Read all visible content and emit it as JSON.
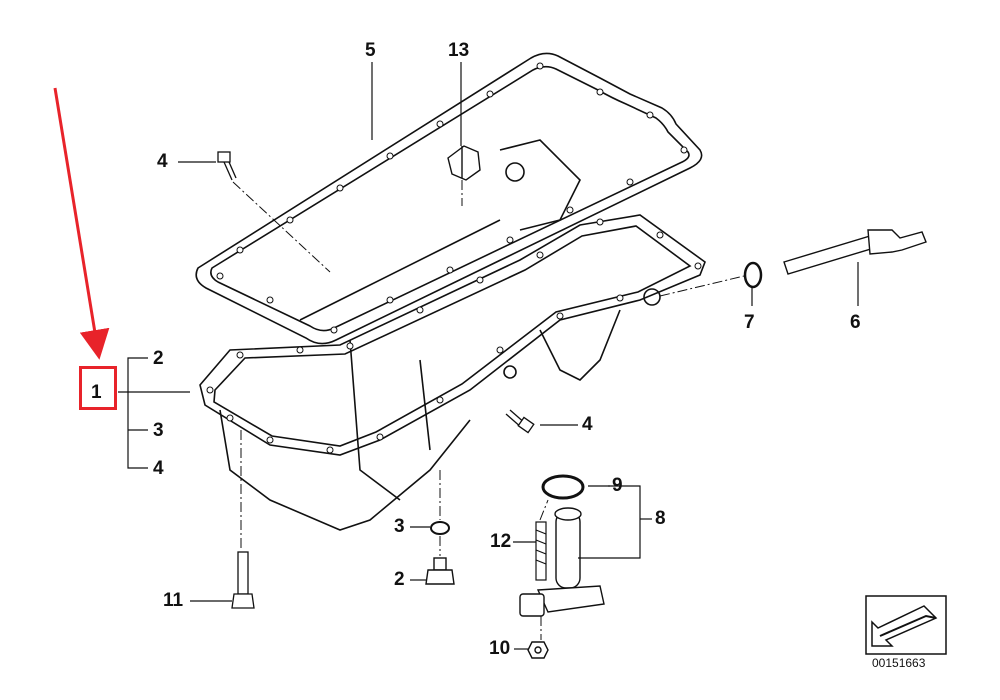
{
  "diagram": {
    "callouts": {
      "c1": "1",
      "c2a": "2",
      "c3a": "3",
      "c4a": "4",
      "c5": "5",
      "c13": "13",
      "c4b": "4",
      "c7": "7",
      "c6": "6",
      "c4c": "4",
      "c9": "9",
      "c8": "8",
      "c12": "12",
      "c3b": "3",
      "c2b": "2",
      "c11": "11",
      "c10": "10"
    },
    "part_number": "00151663",
    "highlight_color": "#e8232a",
    "line_color": "#111111"
  }
}
